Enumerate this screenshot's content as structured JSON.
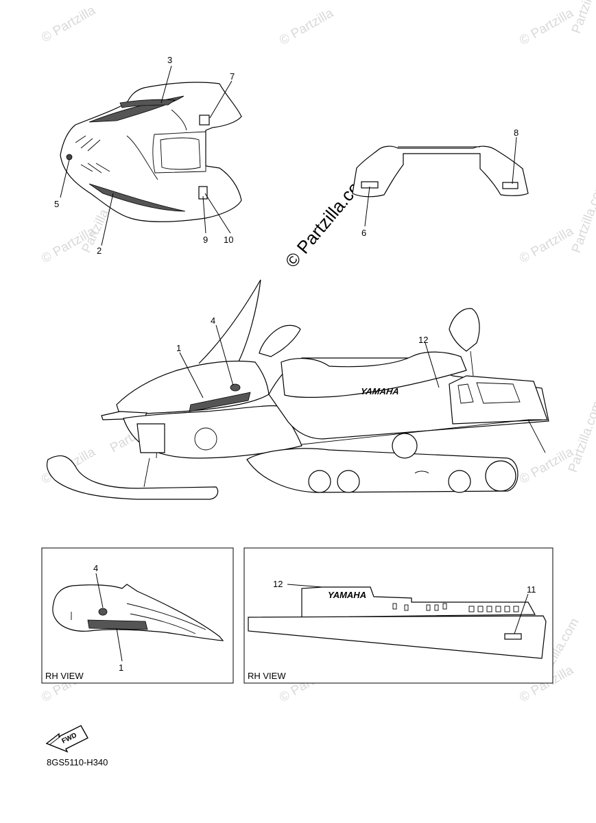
{
  "watermarks": {
    "partzilla_small": "© Partzilla",
    "partzilla_center": "© Partzilla.com",
    "partzilla_com": "Partzilla.com"
  },
  "callouts": {
    "c1": "1",
    "c2": "2",
    "c3": "3",
    "c4": "4",
    "c5": "5",
    "c6": "6",
    "c7": "7",
    "c8": "8",
    "c9": "9",
    "c10": "10",
    "c11": "11",
    "c12": "12"
  },
  "insets": {
    "left": {
      "view_label": "RH VIEW",
      "callout_top": "4",
      "callout_bottom": "1"
    },
    "right": {
      "view_label": "RH VIEW",
      "callout_left": "12",
      "callout_right": "11",
      "decal_text": "YAMAHA"
    }
  },
  "sled_decal_text": "YAMAHA",
  "fwd_label": "FWD",
  "diagram_code": "8GS5110-H340"
}
